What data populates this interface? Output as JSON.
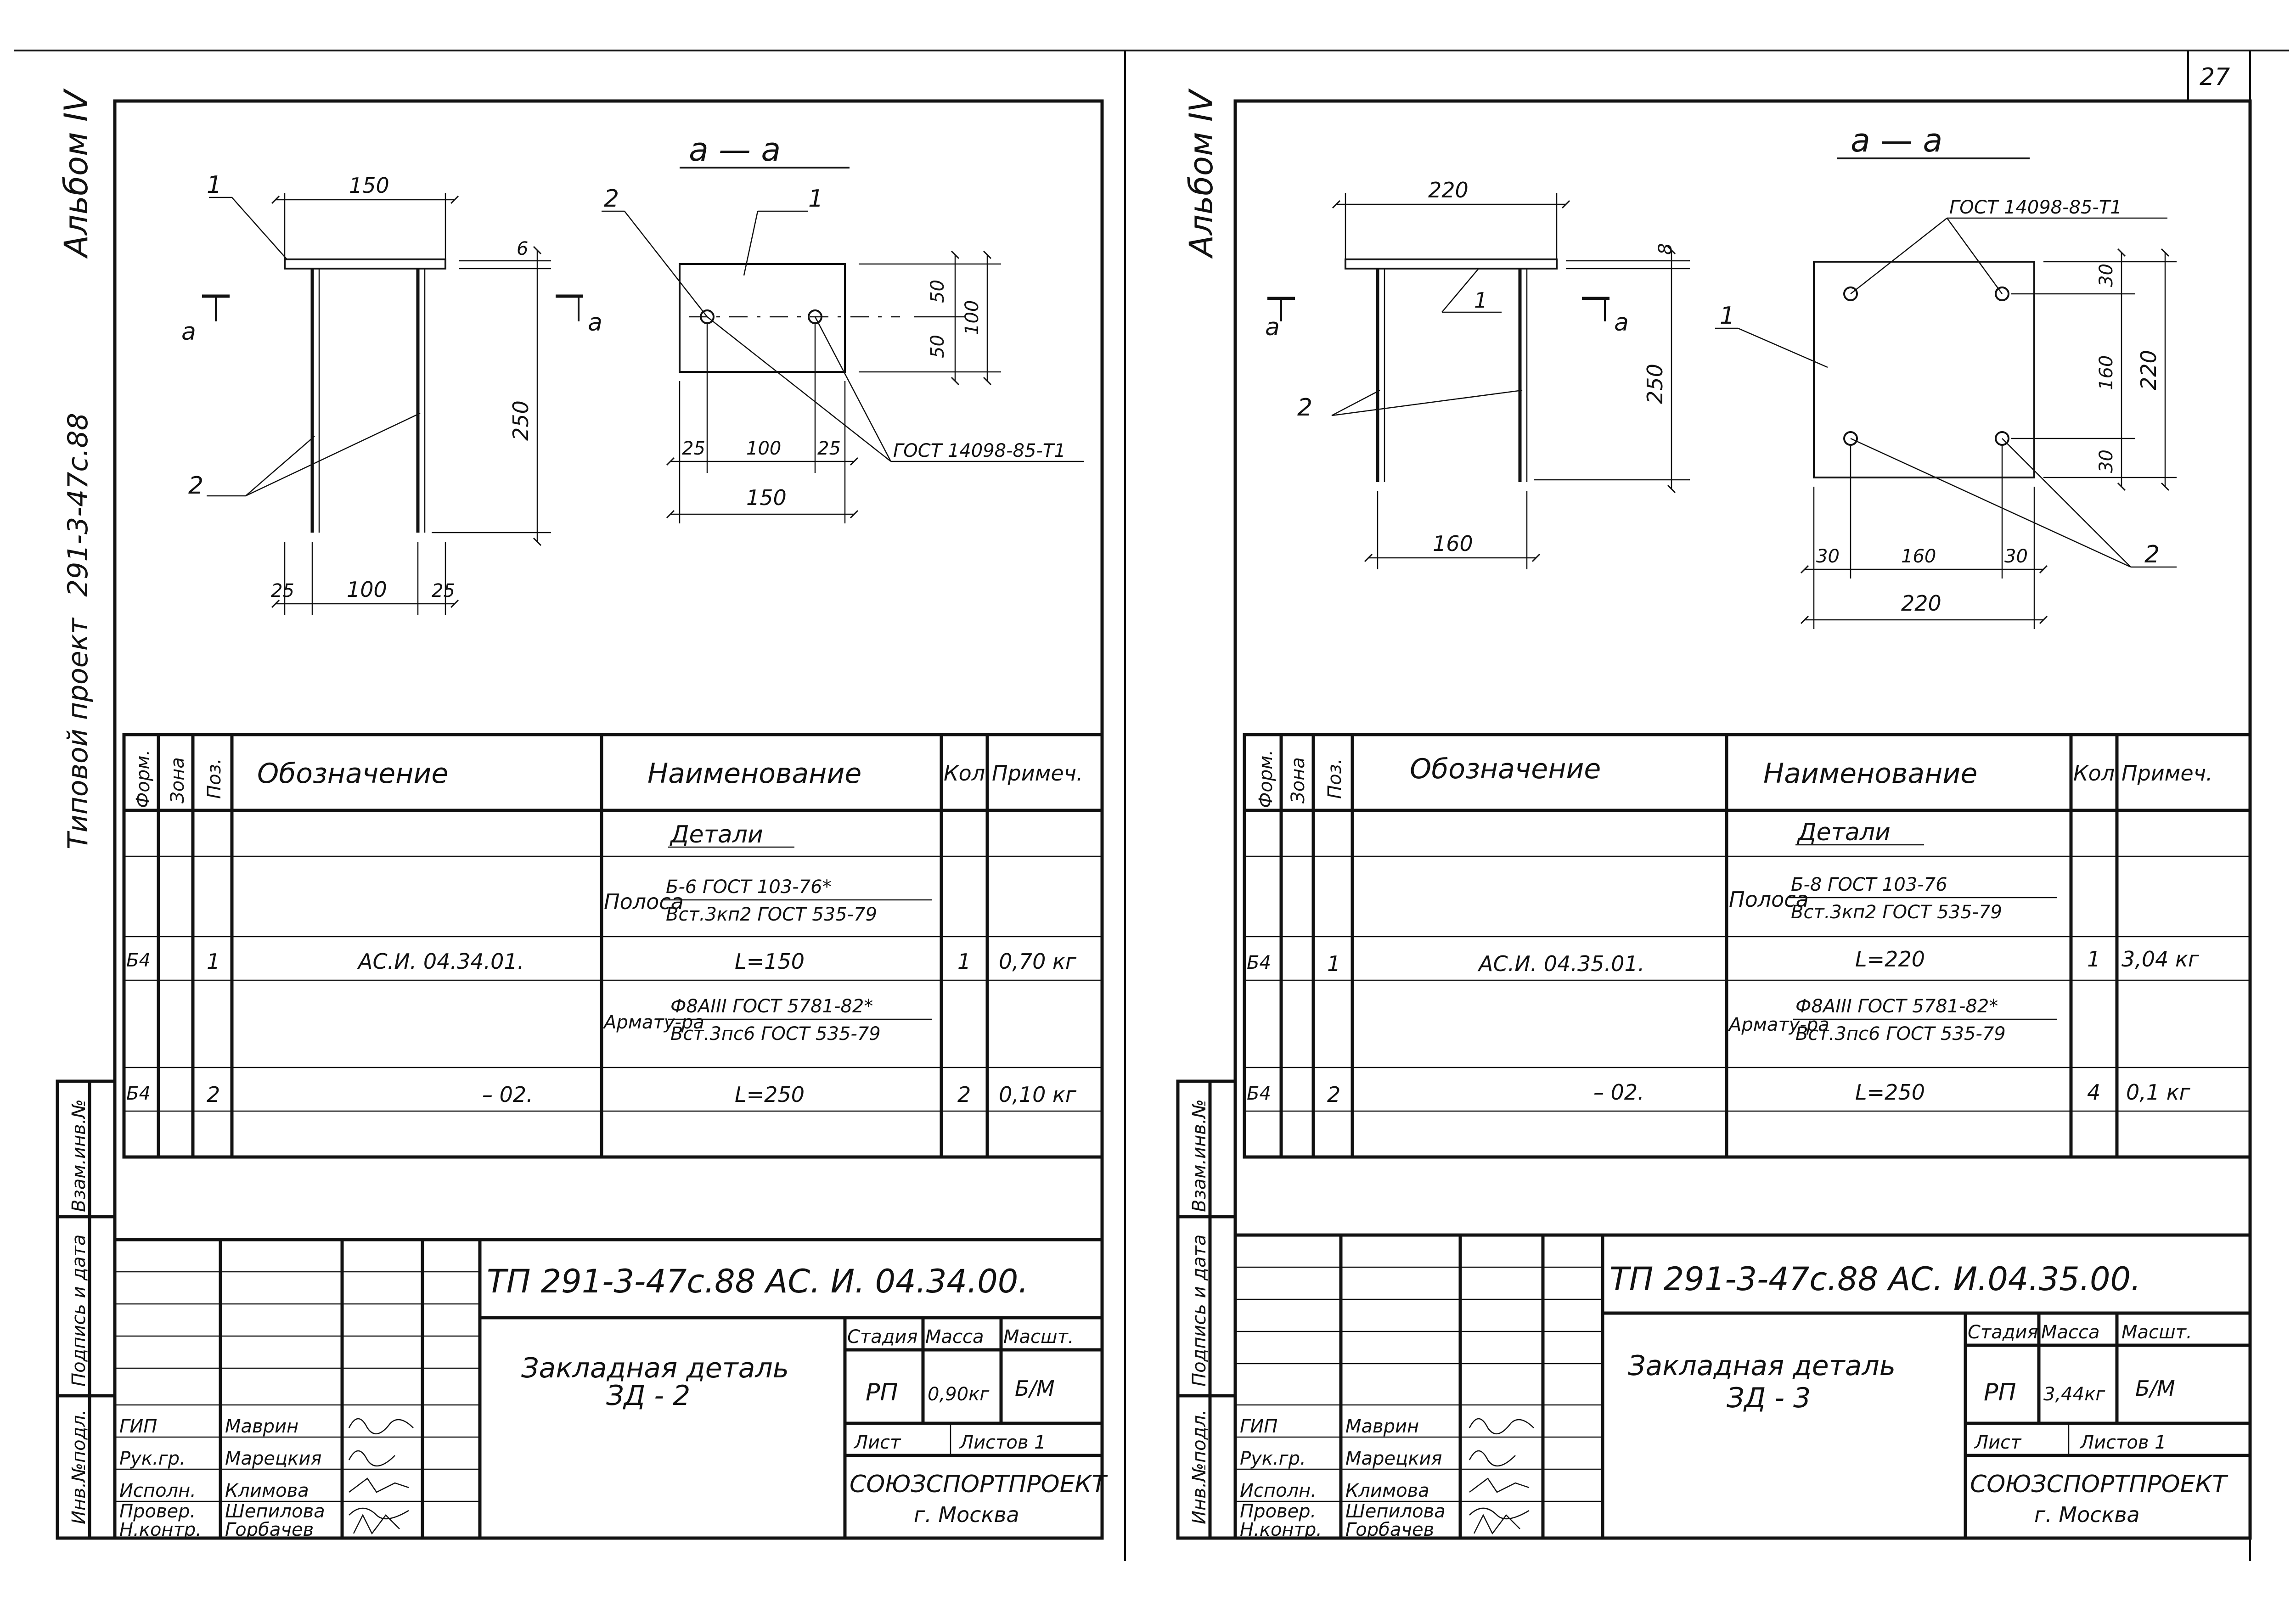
{
  "page_number": "27",
  "sheets": [
    {
      "side_album": "Альбом IV",
      "side_project_label": "Типовой проект",
      "side_project_code": "291-3-47с.88",
      "section_title": "а — а",
      "section_marks": [
        "а",
        "а"
      ],
      "positions": [
        "1",
        "2"
      ],
      "dims": {
        "plate_width": "150",
        "plate_thk": "6",
        "bar_len": "250",
        "bottom_edge": "25",
        "bottom_mid": "100",
        "sec_h_half": "50",
        "sec_h_total": "100",
        "sec_w_edge": "25",
        "sec_w_mid": "100",
        "sec_w_total": "150"
      },
      "gost_weld": "ГОСТ 14098-85-Т1",
      "table": {
        "headers": [
          "Форм.",
          "Зона",
          "Поз.",
          "Обозначение",
          "Наименование",
          "Кол.",
          "Примеч."
        ],
        "section_name": "Детали",
        "mat1_label": "Полоса",
        "mat1_top": "Б-6 ГОСТ 103-76*",
        "mat1_bottom": "Вст.3кп2 ГОСТ 535-79",
        "row1": {
          "form": "Б4",
          "pos": "1",
          "desig": "АС.И. 04.34.01.",
          "name": "L=150",
          "qty": "1",
          "note": "0,70 кг"
        },
        "mat2_label": "Армату-ра",
        "mat2_top": "Ф8АIII ГОСТ 5781-82*",
        "mat2_bottom": "Вст.3пс6 ГОСТ 535-79",
        "row2": {
          "form": "Б4",
          "pos": "2",
          "desig": "– 02.",
          "name": "L=250",
          "qty": "2",
          "note": "0,10 кг"
        }
      },
      "stamp": {
        "doc_code": "ТП 291-3-47с.88 АС. И. 04.34.00.",
        "title_line1": "Закладная деталь",
        "title_line2": "ЗД - 2",
        "stage_h": "Стадия",
        "mass_h": "Масса",
        "scale_h": "Масшт.",
        "stage": "РП",
        "mass": "0,90кг",
        "scale": "Б/М",
        "sheet_h": "Лист",
        "sheets_h": "Листов 1",
        "org": "СОЮЗСПОРТПРОЕКТ",
        "city": "г. Москва",
        "roles": [
          {
            "role": "ГИП",
            "name": "Маврин"
          },
          {
            "role": "Рук.гр.",
            "name": "Марецкия"
          },
          {
            "role": "Исполн.",
            "name": "Климова"
          },
          {
            "role": "Провер.",
            "name": "Шепилова"
          },
          {
            "role": "Н.контр.",
            "name": "Горбачев"
          }
        ]
      },
      "side_cols": [
        "Инв.№подл.",
        "Подпись и дата",
        "Взам.инв.№"
      ]
    },
    {
      "side_album": "Альбом IV",
      "section_title": "а — а",
      "section_marks": [
        "а",
        "а"
      ],
      "positions": [
        "1",
        "2"
      ],
      "dims": {
        "plate_width": "220",
        "plate_thk": "8",
        "bar_len": "250",
        "bottom_mid": "160",
        "sec_v_edge": "30",
        "sec_v_mid": "160",
        "sec_v_total": "220",
        "sec_w_edge": "30",
        "sec_w_mid": "160",
        "sec_w_total": "220"
      },
      "gost_weld": "ГОСТ 14098-85-Т1",
      "table": {
        "headers": [
          "Форм.",
          "Зона",
          "Поз.",
          "Обозначение",
          "Наименование",
          "Кол.",
          "Примеч."
        ],
        "section_name": "Детали",
        "mat1_label": "Полоса",
        "mat1_top": "Б-8 ГОСТ 103-76",
        "mat1_bottom": "Вст.3кп2 ГОСТ 535-79",
        "row1": {
          "form": "Б4",
          "pos": "1",
          "desig": "АС.И. 04.35.01.",
          "name": "L=220",
          "qty": "1",
          "note": "3,04 кг"
        },
        "mat2_label": "Армату-ра",
        "mat2_top": "Ф8АIII ГОСТ 5781-82*",
        "mat2_bottom": "Вст.3пс6 ГОСТ 535-79",
        "row2": {
          "form": "Б4",
          "pos": "2",
          "desig": "– 02.",
          "name": "L=250",
          "qty": "4",
          "note": "0,1 кг"
        }
      },
      "stamp": {
        "doc_code": "ТП 291-3-47с.88 АС. И.04.35.00.",
        "title_line1": "Закладная деталь",
        "title_line2": "ЗД - 3",
        "stage_h": "Стадия",
        "mass_h": "Масса",
        "scale_h": "Масшт.",
        "stage": "РП",
        "mass": "3,44кг",
        "scale": "Б/М",
        "sheet_h": "Лист",
        "sheets_h": "Листов 1",
        "org": "СОЮЗСПОРТПРОЕКТ",
        "city": "г. Москва",
        "roles": [
          {
            "role": "ГИП",
            "name": "Маврин"
          },
          {
            "role": "Рук.гр.",
            "name": "Марецкия"
          },
          {
            "role": "Исполн.",
            "name": "Климова"
          },
          {
            "role": "Провер.",
            "name": "Шепилова"
          },
          {
            "role": "Н.контр.",
            "name": "Горбачев"
          }
        ]
      },
      "side_cols": [
        "Инв.№подл.",
        "Подпись и дата",
        "Взам.инв.№"
      ]
    }
  ]
}
